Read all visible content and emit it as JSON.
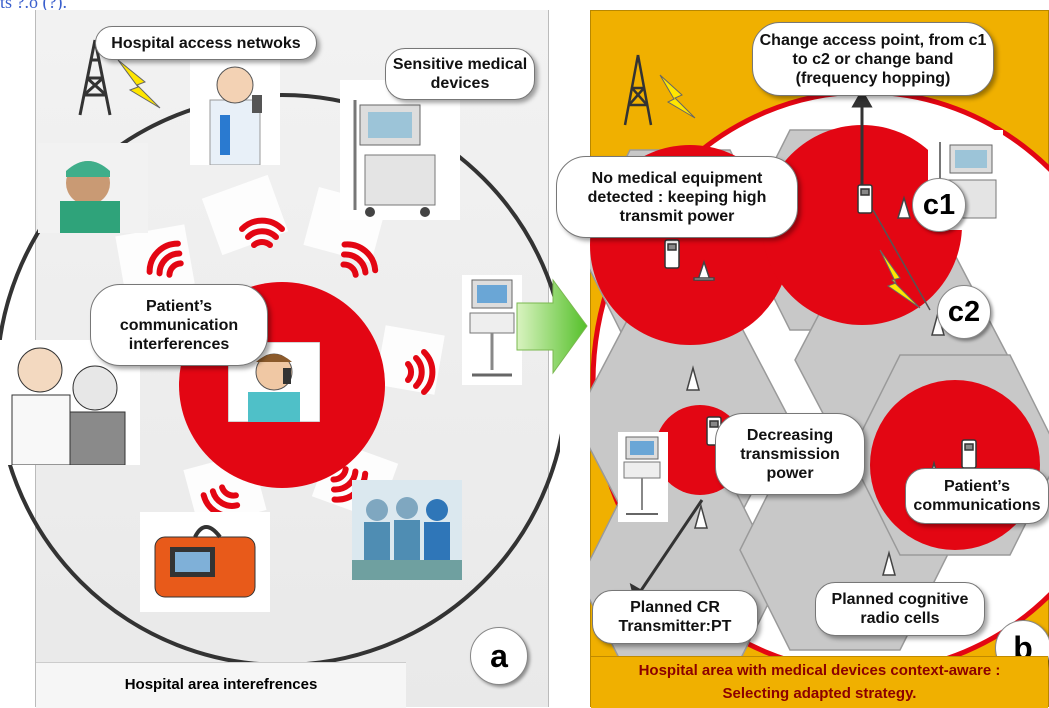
{
  "caption_fragment": "ts ?.o (?).",
  "panel_a": {
    "callouts": {
      "access_networks": "Hospital access netwoks",
      "sensitive_devices": "Sensitive medical devices",
      "patient_interference": "Patient’s communication interferences"
    },
    "footer": "Hospital area interefrences",
    "label": "a"
  },
  "panel_b": {
    "callouts": {
      "change_access": "Change access point, from c1 to c2 or change band (frequency hopping)",
      "no_equipment": "No medical equipment detected : keeping high transmit power",
      "decreasing_power": "Decreasing transmission power",
      "patient_comms": "Patient’s communications",
      "planned_cells": "Planned cognitive radio cells",
      "planned_transmitter": "Planned CR Transmitter:PT"
    },
    "cells": {
      "c1": "c1",
      "c2": "c2"
    },
    "footer_line1": "Hospital area with medical devices context-aware :",
    "footer_line2": "Selecting adapted strategy.",
    "label": "b"
  },
  "colors": {
    "red": "#e30613",
    "orange_bg": "#f0b000",
    "arrow_green": "#66cc33",
    "hex_gray": "#c8c8c8"
  },
  "icons": [
    "antenna-tower-icon",
    "lightning-icon",
    "wifi-signal-icon",
    "phone-icon",
    "access-point-icon",
    "green-arrow-icon"
  ]
}
